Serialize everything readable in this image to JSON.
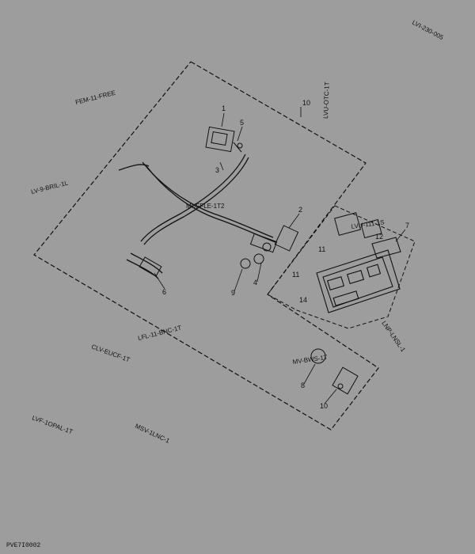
{
  "refs": {
    "top_right": "LVI-230-005",
    "upper_left": "FEM-11-FREE",
    "vertical_top": "LVU-OTC-1T",
    "left_mid": "LV-9-BRIL-1L",
    "center": "MUFFLE-1T2",
    "right_mid": "LVU-111-1S",
    "lower_mid": "LFL-11-BNC-1T",
    "lower_left": "CLV-EUCF-1T",
    "right_vertical": "LNP-LNSL-1",
    "bottom_center": "MV-BWS-1T",
    "bottom_mid": "MSV-1LNC-1",
    "bottom_left": "LVF-1OPAL-1T"
  },
  "callouts": {
    "c1": "1",
    "c2": "2",
    "c3": "3",
    "c4": "4",
    "c5": "5",
    "c6": "6",
    "c7": "7",
    "c8": "8",
    "c9": "9",
    "c10": "10",
    "c11": "11",
    "c12": "12",
    "c14": "14"
  },
  "figure_id": "PVE7I0002"
}
